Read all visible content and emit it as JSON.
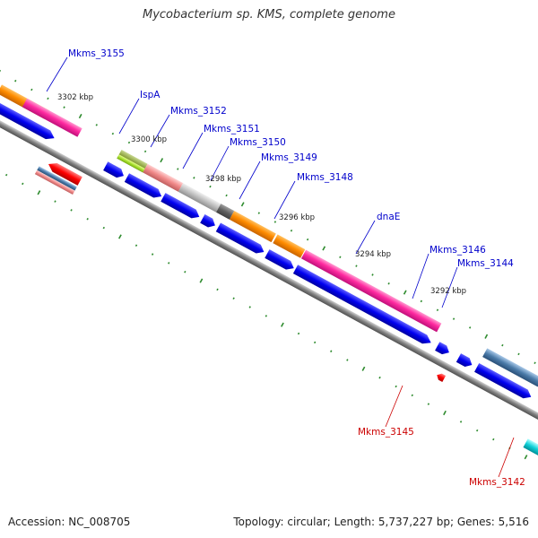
{
  "title": "Mycobacterium sp. KMS, complete genome",
  "footer": {
    "accession": "Accession: NC_008705",
    "summary": "Topology: circular; Length: 5,737,227 bp; Genes: 5,516"
  },
  "colors": {
    "forward_label": "#0000cc",
    "reverse_label": "#cc0000",
    "backbone": "#888888",
    "tick": "#2e8b2e"
  },
  "kbp_labels": [
    "3302 kbp",
    "3300 kbp",
    "3298 kbp",
    "3296 kbp",
    "3294 kbp",
    "3292 kbp"
  ],
  "forward_genes": [
    "Mkms_3155",
    "IspA",
    "Mkms_3152",
    "Mkms_3151",
    "Mkms_3150",
    "Mkms_3149",
    "Mkms_3148",
    "dnaE",
    "Mkms_3146",
    "Mkms_3144"
  ],
  "reverse_genes": [
    "Mkms_3145",
    "Mkms_3142"
  ]
}
